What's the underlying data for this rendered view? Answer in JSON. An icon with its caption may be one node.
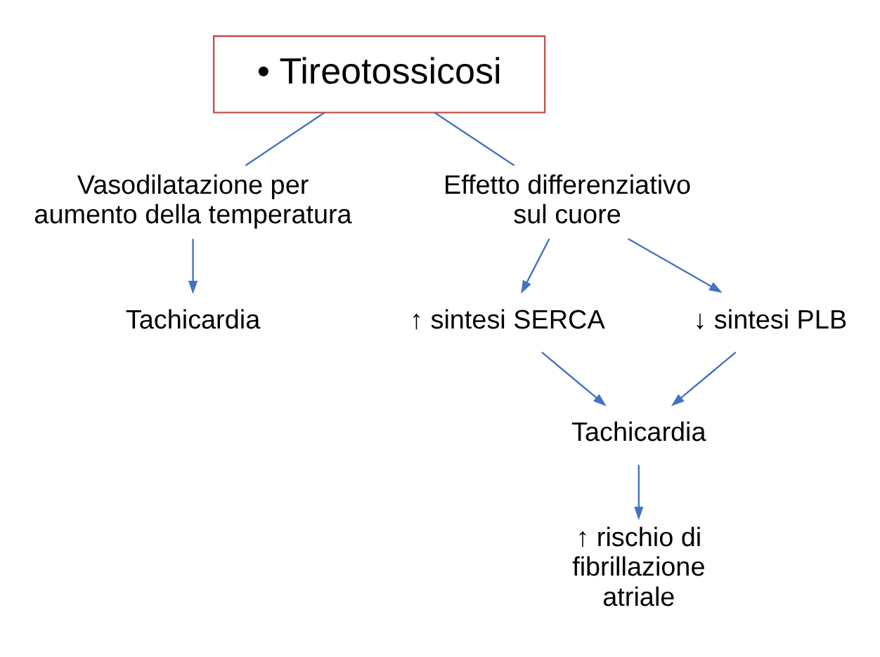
{
  "diagram": {
    "nodes": [
      {
        "text": [
          "• Tireotossicosi"
        ]
      },
      {
        "text": [
          "Vasodilatazione per aumento della temperatura"
        ]
      },
      {
        "text": [
          "Effetto differenziativo sul cuore"
        ]
      },
      {
        "text": [
          "Tachicardia"
        ]
      },
      {
        "text": [
          "↑ sintesi SERCA"
        ]
      },
      {
        "text": [
          "↓ sintesi PLB"
        ]
      },
      {
        "text": [
          "Tachicardia"
        ]
      },
      {
        "text": [
          "↑ rischio di fibrillazione atriale"
        ]
      }
    ],
    "edges": [
      {
        "from": 0,
        "to": 1,
        "arrow": "none"
      },
      {
        "from": 0,
        "to": 2,
        "arrow": "none"
      },
      {
        "from": 1,
        "to": 3,
        "arrow": "to"
      },
      {
        "from": 2,
        "to": 4,
        "arrow": "to"
      },
      {
        "from": 2,
        "to": 5,
        "arrow": "to"
      },
      {
        "from": 4,
        "to": 6,
        "arrow": "to"
      },
      {
        "from": 5,
        "to": 6,
        "arrow": "to"
      },
      {
        "from": 6,
        "to": 7,
        "arrow": "to"
      }
    ]
  }
}
